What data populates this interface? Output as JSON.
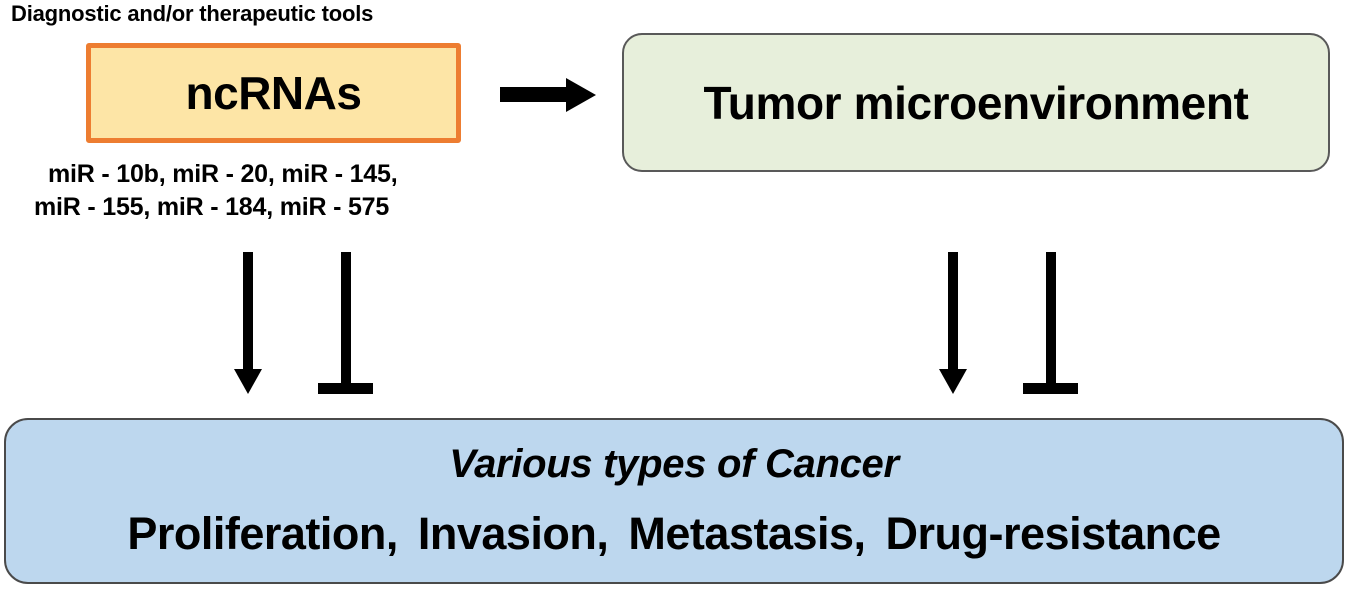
{
  "diagram": {
    "heading": "Diagnostic and/or therapeutic tools",
    "nodes": {
      "ncrnas": {
        "label": "ncRNAs",
        "fill_color": "#FDE5A6",
        "border_color": "#ED7D31"
      },
      "tumor_microenvironment": {
        "label": "Tumor microenvironment",
        "fill_color": "#E7EFDB",
        "border_color": "#595959"
      },
      "cancer": {
        "title": "Various types of Cancer",
        "fill_color": "#BDD7EE",
        "border_color": "#4A4A4A",
        "items": [
          "Proliferation,",
          "Invasion,",
          "Metastasis,",
          "Drug-resistance"
        ]
      }
    },
    "mir_list": {
      "line_1": "miR - 10b, miR - 20, miR - 145,",
      "line_2": "miR - 155, miR - 184, miR - 575",
      "entries": [
        "miR - 10b",
        "miR - 20",
        "miR - 145",
        "miR - 155",
        "miR - 184",
        "miR - 575"
      ]
    },
    "connectors": [
      {
        "name": "ncrnas-to-tumor-microenvironment",
        "type": "arrow",
        "direction": "right",
        "color": "#000000"
      },
      {
        "name": "ncrnas-activates-cancer",
        "type": "arrow",
        "direction": "down",
        "color": "#000000"
      },
      {
        "name": "ncrnas-inhibits-cancer",
        "type": "inhibition",
        "direction": "down",
        "color": "#000000"
      },
      {
        "name": "tumor-microenvironment-activates-cancer",
        "type": "arrow",
        "direction": "down",
        "color": "#000000"
      },
      {
        "name": "tumor-microenvironment-inhibits-cancer",
        "type": "inhibition",
        "direction": "down",
        "color": "#000000"
      }
    ]
  }
}
